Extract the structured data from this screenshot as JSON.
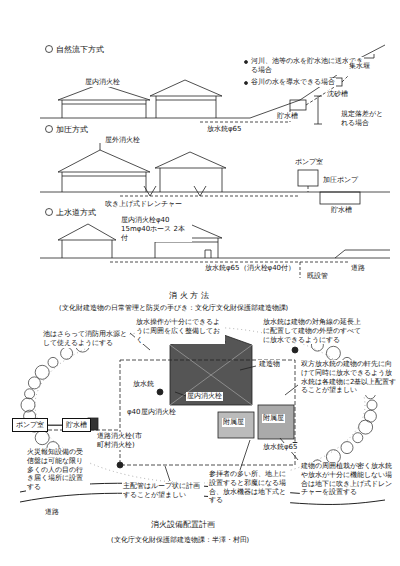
{
  "diagram": {
    "caption": "消 火 方 法",
    "nodes": [
      {
        "text": [
          "ポンプ室"
        ]
      },
      {
        "text": [
          "貯水槽"
        ]
      }
    ],
    "edges": [
      {
        "from": 0,
        "to": 1,
        "arrow": "none"
      }
    ],
    "labels": [
      "自然流下方式",
      "河川、池等の水を貯水池に送水できる場合",
      "谷川の水を導水できる場合",
      "屋内消火栓",
      "集水堰",
      "沈砂槽",
      "貯水槽",
      "放水銃φ65",
      "規定落差がとれる場合",
      "加圧方式",
      "屋外消火栓",
      "ポンプ室",
      "加圧ポンプ",
      "貯水槽",
      "吹き上げ式ドレンチャー",
      "上水道方式",
      "屋内消火栓φ40 15mφ40ホース 2本付",
      "放水銃φ65（消火栓φ40付）",
      "道路",
      "既設管",
      "(文化財建造物の日常管理と防災の手びき：文化庁文化財保護部建造物課)",
      "池はさらって消防用水源として使えるようにする",
      "放水操作が十分にできるように周囲を広く整備しておく",
      "放水銃は建物の対角線の延長上に配置して建物の外壁のすべてに放水できるようにする",
      "建造物",
      "屋内消火栓",
      "放水銃",
      "φ40屋内消火栓",
      "道路消火栓(市町村消火栓)",
      "火災報知設備の受信盤は可能な限り多くの人の目の行き届く場所に設置する",
      "附属屋",
      "附属屋",
      "双方放水銃の建物の軒先に向けて同時に放水できるよう放水銃は各建物に2基以上配置することが望ましい",
      "放水銃φ65",
      "建物の周囲植栽が密く放水銃や放水が十分に機能しない場合は地下に吹き上げ式ドレンチャーを設置する",
      "主配管はループ状に計画することが望ましい",
      "参拝者の多い所、地上に設置すると邪魔になる場合、放水機器は地下式とする",
      "道路",
      "消火設備配置計画",
      "(文化庁文化財保護部建造物課：半澤・村田)"
    ]
  }
}
